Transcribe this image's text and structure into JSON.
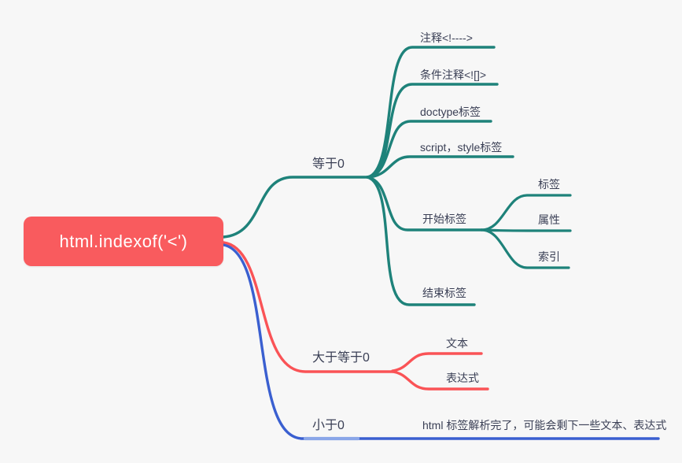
{
  "canvas": {
    "background": "#f7f7f7"
  },
  "root": {
    "label": "html.indexof('<')",
    "color": "#f95b5e",
    "text_color": "#ffffff"
  },
  "branches": [
    {
      "label": "等于0",
      "color": "#1e827a",
      "children": [
        {
          "label": "注释<!---->"
        },
        {
          "label": "条件注释<![]>"
        },
        {
          "label": "doctype标签"
        },
        {
          "label": "script，style标签"
        },
        {
          "label": "开始标签",
          "children": [
            {
              "label": "标签"
            },
            {
              "label": "属性"
            },
            {
              "label": "索引"
            }
          ]
        },
        {
          "label": "结束标签"
        }
      ]
    },
    {
      "label": "大于等于0",
      "color": "#fa5356",
      "children": [
        {
          "label": "文本"
        },
        {
          "label": "表达式"
        }
      ]
    },
    {
      "label": "小于0",
      "color": "#3a5fd0",
      "highlight_color": "#8aa6e8",
      "children": [
        {
          "label": "html 标签解析完了，可能会剩下一些文本、表达式"
        }
      ]
    }
  ]
}
